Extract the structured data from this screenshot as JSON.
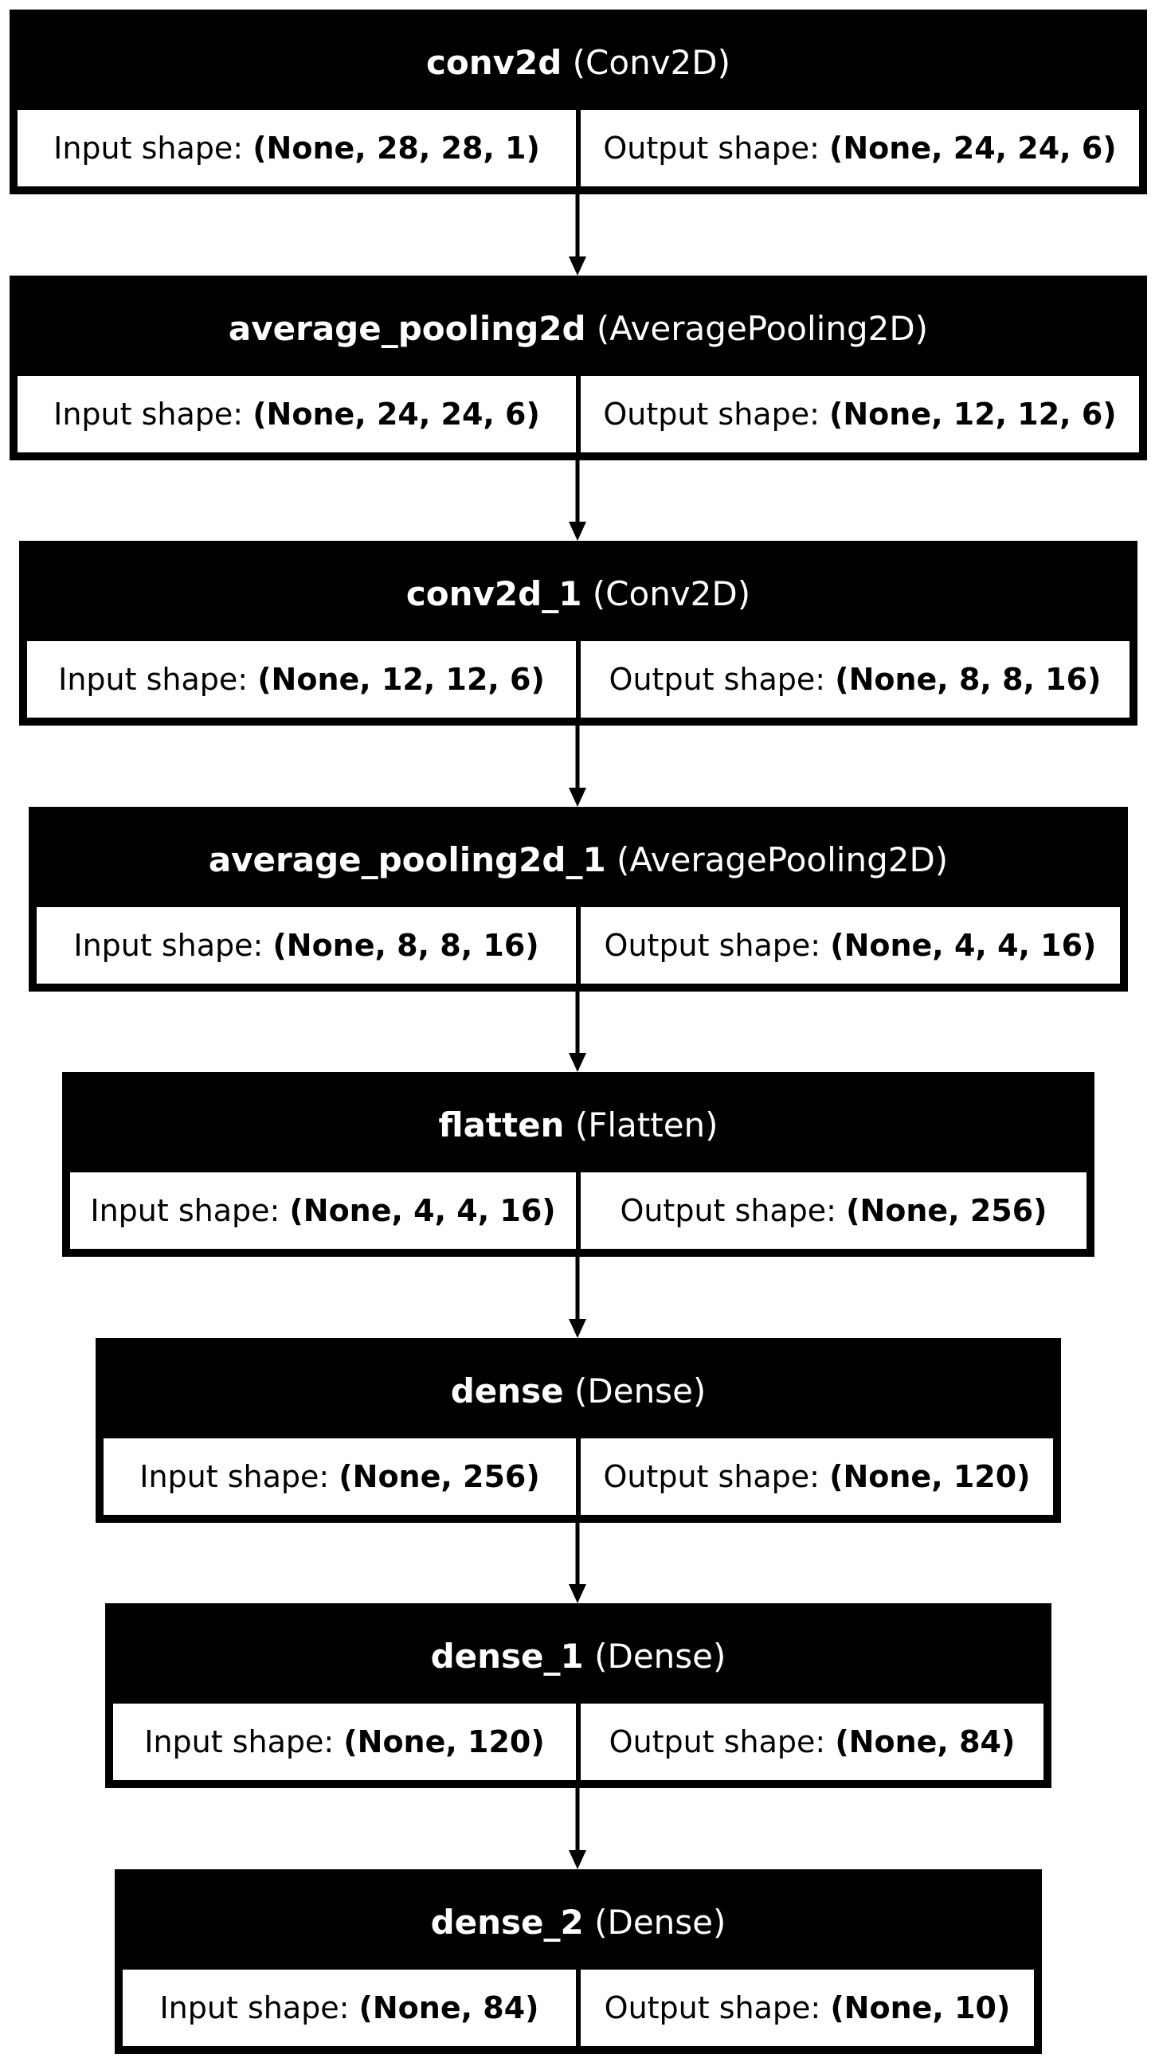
{
  "diagram": {
    "input_label": "Input shape:",
    "output_label": "Output shape:",
    "layers": [
      {
        "name": "conv2d",
        "class": "(Conv2D)",
        "input": "(None, 28, 28, 1)",
        "output": "(None, 24, 24, 6)"
      },
      {
        "name": "average_pooling2d",
        "class": "(AveragePooling2D)",
        "input": "(None, 24, 24, 6)",
        "output": "(None, 12, 12, 6)"
      },
      {
        "name": "conv2d_1",
        "class": "(Conv2D)",
        "input": "(None, 12, 12, 6)",
        "output": "(None, 8, 8, 16)"
      },
      {
        "name": "average_pooling2d_1",
        "class": "(AveragePooling2D)",
        "input": "(None, 8, 8, 16)",
        "output": "(None, 4, 4, 16)"
      },
      {
        "name": "flatten",
        "class": "(Flatten)",
        "input": "(None, 4, 4, 16)",
        "output": "(None, 256)"
      },
      {
        "name": "dense",
        "class": "(Dense)",
        "input": "(None, 256)",
        "output": "(None, 120)"
      },
      {
        "name": "dense_1",
        "class": "(Dense)",
        "input": "(None, 120)",
        "output": "(None, 84)"
      },
      {
        "name": "dense_2",
        "class": "(Dense)",
        "input": "(None, 84)",
        "output": "(None, 10)"
      }
    ]
  }
}
